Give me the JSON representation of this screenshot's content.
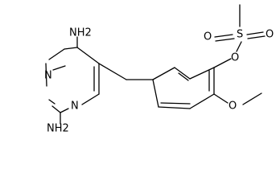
{
  "molecule": {
    "atoms": [
      {
        "id": "amine-top",
        "text": "NH2"
      },
      {
        "id": "amine-bottom",
        "text": "NH2"
      },
      {
        "id": "ring-n-upper",
        "text": "N"
      },
      {
        "id": "ring-n-lower",
        "text": "N"
      },
      {
        "id": "ester-oxygen",
        "text": "O"
      },
      {
        "id": "sulfur",
        "text": "S"
      },
      {
        "id": "sulfonyl-oxygen-left",
        "text": "O"
      },
      {
        "id": "sulfonyl-oxygen-right",
        "text": "O"
      },
      {
        "id": "methoxy-oxygen",
        "text": "O"
      }
    ]
  }
}
